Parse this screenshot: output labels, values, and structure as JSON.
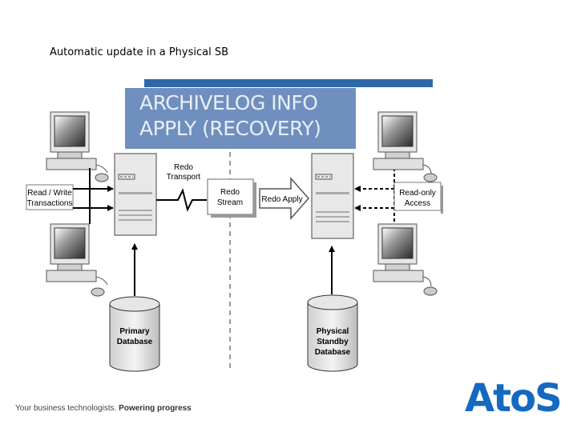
{
  "title": "Automatic update in a  Physical SB",
  "overlay": {
    "line1": "ARCHIVELOG INFO",
    "line2": "APPLY (RECOVERY)"
  },
  "labels": {
    "read_write_1": "Read / Write",
    "read_write_2": "Transactions",
    "redo_transport_1": "Redo",
    "redo_transport_2": "Transport",
    "redo_stream_1": "Redo",
    "redo_stream_2": "Stream",
    "redo_apply": "Redo Apply",
    "read_only_1": "Read-only",
    "read_only_2": "Access",
    "primary_db_1": "Primary",
    "primary_db_2": "Database",
    "standby_db_1": "Physical",
    "standby_db_2": "Standby",
    "standby_db_3": "Database"
  },
  "footer": {
    "tagline": "Your business technologists.",
    "slogan": "Powering progress"
  },
  "logo": "AtoS",
  "colors": {
    "accent": "#2e68a8",
    "overlay": "#6f8fbf",
    "logo": "#1569c0"
  }
}
